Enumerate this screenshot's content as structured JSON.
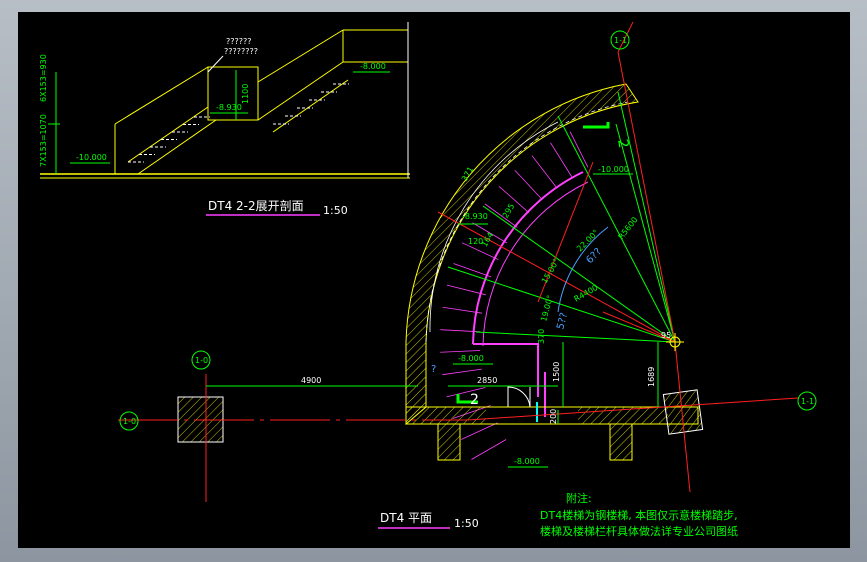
{
  "section": {
    "title": "DT4  2-2展开剖面",
    "scale": "1:50",
    "note_top": "??????",
    "note_bottom": "????????",
    "elev_top": "-8.000",
    "elev_mid": "-8.930",
    "elev_bottom": "-10.000",
    "dim_height": "1100",
    "dim_v1": "6X153=930",
    "dim_v2": "7X153=1070"
  },
  "plan": {
    "title": "DT4  平面",
    "scale": "1:50",
    "elev_landing": "-10.000",
    "elev_upper": "-8.930",
    "elev_floor": "-8.000",
    "elev_bottom": "-8.000",
    "dim_371": "371",
    "dim_120": "120",
    "dim_164": "164",
    "dim_295": "295",
    "dim_r5600": "R5600",
    "dim_r4400": "R4400",
    "ang1": "22.00°",
    "ang1b": "6??",
    "ang2": "15.00°",
    "ang3": "19.00°",
    "ang3b": "5??",
    "dim_370": "370",
    "dim_4900": "4900",
    "dim_2850": "2850",
    "dim_1500": "1500",
    "dim_200": "200",
    "dim_1689": "1689",
    "dim_95": "95",
    "section_mark": "2",
    "section_mark2": "2",
    "qmark": "?",
    "axis_top": "1-1",
    "axis_left": "1-0",
    "axis_left_top": "1-0",
    "axis_right": "1-1"
  },
  "notes": {
    "heading": "附注:",
    "line1": "DT4楼梯为钢楼梯, 本图仅示意楼梯踏步,",
    "line2": "楼梯及楼梯栏杆具体做法详专业公司图纸"
  },
  "colors": {
    "yellow": "#ffff00",
    "green": "#00ff00",
    "red": "#ff2020",
    "magenta": "#ff40ff",
    "white": "#ffffff",
    "blue": "#4aa0ff",
    "cyan": "#00ffff"
  }
}
